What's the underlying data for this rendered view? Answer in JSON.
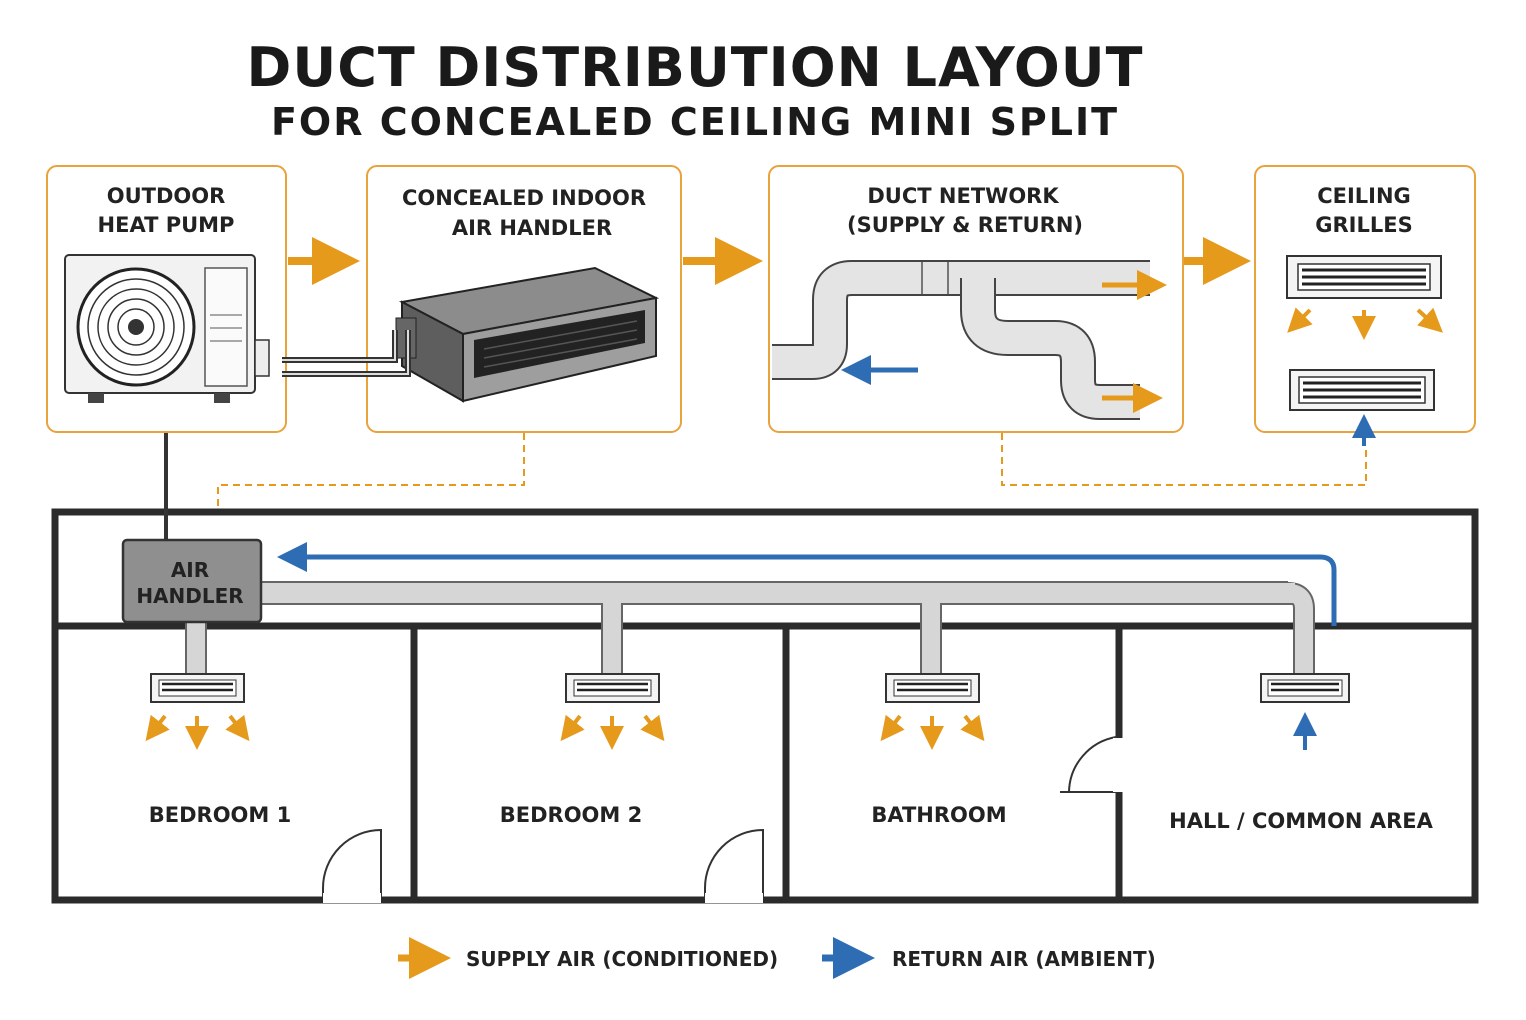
{
  "title": "DUCT DISTRIBUTION LAYOUT",
  "subtitle": "FOR CONCEALED CEILING MINI SPLIT",
  "steps": [
    {
      "line1": "OUTDOOR",
      "line2": "HEAT PUMP"
    },
    {
      "line1": "CONCEALED INDOOR",
      "line2": "AIR HANDLER"
    },
    {
      "line1": "DUCT NETWORK",
      "line2": "(SUPPLY & RETURN)"
    },
    {
      "line1": "CEILING",
      "line2": "GRILLES"
    }
  ],
  "floorplan": {
    "air_handler": {
      "line1": "AIR",
      "line2": "HANDLER"
    },
    "rooms": [
      "BEDROOM 1",
      "BEDROOM 2",
      "BATHROOM",
      "HALL / COMMON AREA"
    ]
  },
  "legend": {
    "supply": "SUPPLY AIR (CONDITIONED)",
    "return": "RETURN AIR (AMBIENT)"
  },
  "colors": {
    "supply": "#E59A1C",
    "return": "#2E6DB4",
    "panel_border": "#E8A33D",
    "wall": "#2b2b2b",
    "duct": "#d6d6d6"
  }
}
